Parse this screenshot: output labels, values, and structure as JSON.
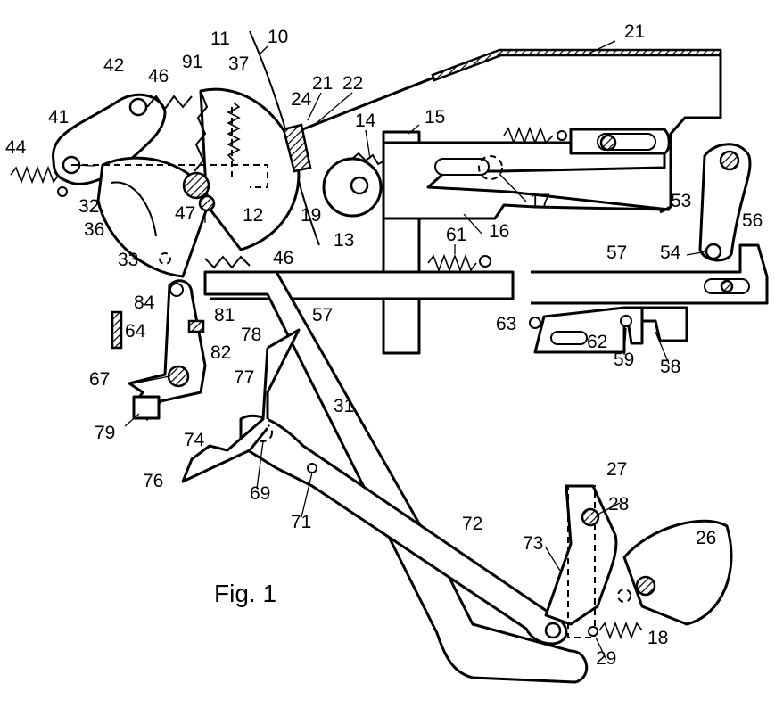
{
  "figure": {
    "caption": "Fig. 1",
    "reference_numerals": [
      "10",
      "11",
      "12",
      "13",
      "14",
      "15",
      "16",
      "17",
      "18",
      "19",
      "21",
      "22",
      "24",
      "26",
      "27",
      "28",
      "29",
      "31",
      "32",
      "33",
      "36",
      "37",
      "41",
      "42",
      "44",
      "46",
      "47",
      "53",
      "54",
      "56",
      "57",
      "58",
      "59",
      "61",
      "62",
      "63",
      "64",
      "67",
      "69",
      "71",
      "72",
      "73",
      "74",
      "76",
      "77",
      "78",
      "79",
      "81",
      "82",
      "84",
      "91"
    ]
  }
}
